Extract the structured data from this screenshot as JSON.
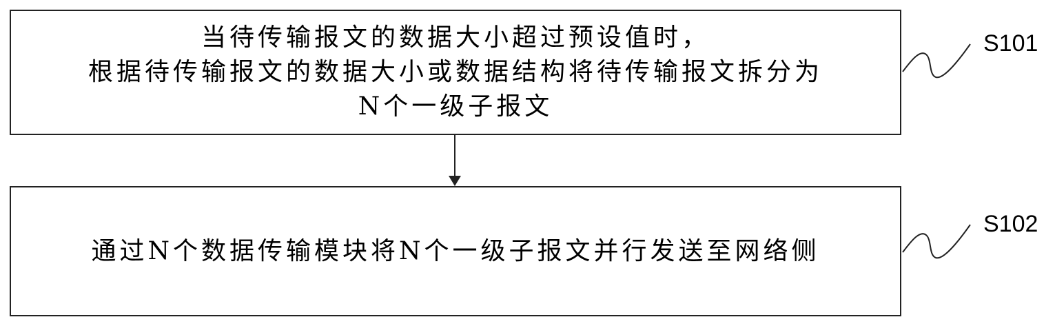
{
  "steps": [
    {
      "id": "S101",
      "lines": [
        "当待传输报文的数据大小超过预设值时，",
        "根据待传输报文的数据大小或数据结构将待传输报文拆分为",
        "N个一级子报文"
      ]
    },
    {
      "id": "S102",
      "lines": [
        "通过N个数据传输模块将N个一级子报文并行发送至网络侧"
      ]
    }
  ]
}
